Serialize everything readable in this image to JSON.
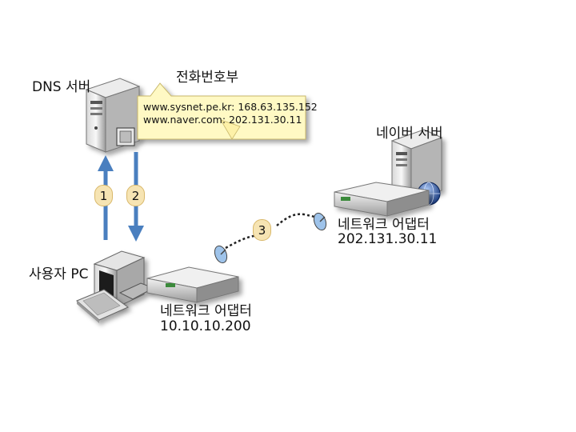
{
  "dns_server": {
    "label": "DNS 서버"
  },
  "phonebook": {
    "title": "전화번호부",
    "entries": [
      "www.sysnet.pe.kr: 168.63.135.152",
      "www.naver.com: 202.131.30.11"
    ]
  },
  "naver_server": {
    "label": "네이버 서버"
  },
  "remote_adapter": {
    "label": "네트워크 어댑터",
    "ip": "202.131.30.11"
  },
  "user_pc": {
    "label": "사용자 PC"
  },
  "local_adapter": {
    "label": "네트워크 어댑터",
    "ip": "10.10.10.200"
  },
  "steps": [
    "1",
    "2",
    "3"
  ],
  "colors": {
    "arrow": "#4a7fbf",
    "note_fill": "#fff9c4",
    "badge_fill": "#f6e4b3"
  }
}
